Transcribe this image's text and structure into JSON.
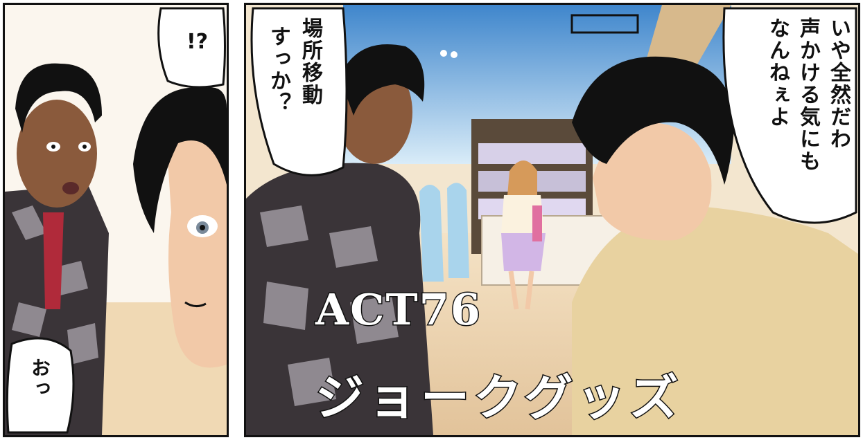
{
  "panels": {
    "left": {
      "bubble_top": "!?",
      "bubble_bottom": "おっ"
    },
    "right": {
      "bubble_left": "場所移動すっか？",
      "bubble_left_col1": "場所移動",
      "bubble_left_col2": "すっか？",
      "bubble_right_col1": "いや全然だわ",
      "bubble_right_col2": "声かける気にも",
      "bubble_right_col3": "なんねぇよ",
      "title_act": "ACT76",
      "title_name": "ジョークグッズ"
    }
  },
  "colors": {
    "ink": "#111111",
    "skin_dark": "#8a5a3c",
    "skin_light": "#f2c9a8",
    "camo_dark": "#3a3438",
    "camo_light": "#8f8990",
    "jacket_beige": "#e8d2a0",
    "sky_blue": "#4a8fd0",
    "floor_tan": "#e8cfa8"
  }
}
